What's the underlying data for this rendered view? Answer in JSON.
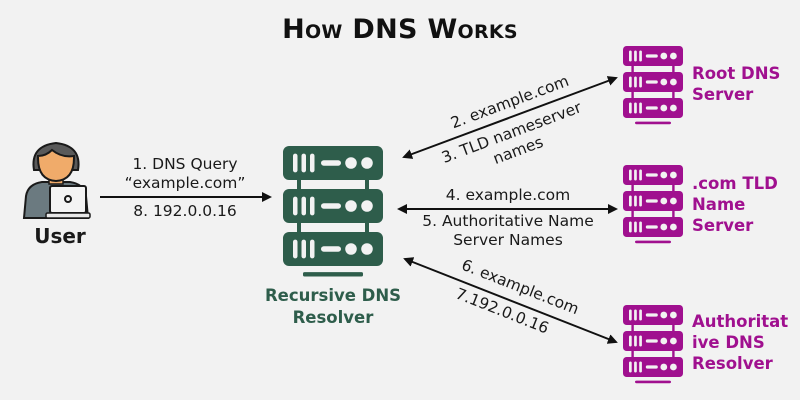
{
  "title": "How DNS Works",
  "colors": {
    "background": "#f2f2f2",
    "resolver": "#2e5d4b",
    "server": "#a0108f",
    "arrow": "#111111",
    "text": "#1a1a1a"
  },
  "user": {
    "label": "User",
    "icon": "user-with-laptop-icon"
  },
  "resolver": {
    "label_line1": "Recursive DNS",
    "label_line2": "Resolver",
    "icon": "server-rack-icon"
  },
  "servers": [
    {
      "id": "root",
      "label_lines": [
        "Root DNS",
        "Server"
      ],
      "icon": "server-rack-icon"
    },
    {
      "id": "tld",
      "label_lines": [
        ".com TLD",
        "Name",
        "Server"
      ],
      "icon": "server-rack-icon"
    },
    {
      "id": "auth",
      "label_lines": [
        "Authoritat",
        "ive DNS",
        "Resolver"
      ],
      "icon": "server-rack-icon"
    }
  ],
  "arrows": {
    "user_resolver": {
      "above": [
        "1. DNS Query",
        "“example.com”"
      ],
      "below": "8. 192.0.0.16",
      "direction": "one-way"
    },
    "resolver_root": {
      "above": "2. example.com",
      "below": [
        "3. TLD nameserver",
        "names"
      ],
      "direction": "two-way"
    },
    "resolver_tld": {
      "above": "4. example.com",
      "below": [
        "5. Authoritative Name",
        "Server Names"
      ],
      "direction": "two-way"
    },
    "resolver_auth": {
      "above": "6. example.com",
      "below": "7.192.0.0.16",
      "direction": "two-way"
    }
  }
}
